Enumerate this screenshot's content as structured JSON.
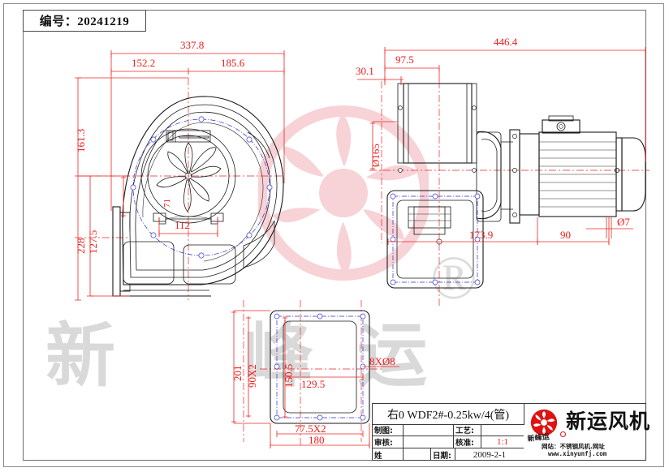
{
  "sheet": {
    "number_label": "编号：20241219"
  },
  "front_view": {
    "dims": {
      "total_width": "337.8",
      "left_width": "152.2",
      "right_width": "185.6",
      "top_height": "161.3",
      "mid_height": "127.5",
      "overall_height": "228",
      "impeller_offset": "71",
      "bolt_span": "112"
    }
  },
  "side_view": {
    "dims": {
      "overall_length": "446.4",
      "inlet_length": "97.5",
      "flange_thickness": "30.1",
      "inlet_diameter": "Ø165",
      "motor_center": "173.9",
      "motor_length": "90",
      "foot_hole": "Ø7"
    }
  },
  "base_view": {
    "dims": {
      "plate_height": "201",
      "hole_pitch_v": "90X2",
      "inner_height": "150.5",
      "inner_width": "129.5",
      "hole_callout": "8XØ8",
      "hole_pitch_h": "77.5X2",
      "plate_width": "180"
    }
  },
  "title_block": {
    "model": "右0 WDF2#-0.25kw/4(管)",
    "rows": [
      {
        "label_left": "制图:",
        "value_left": "",
        "label_right": "工艺:",
        "value_right": ""
      },
      {
        "label_left": "审核:",
        "value_left": "",
        "label_right": "核准:",
        "value_right": "1:1"
      },
      {
        "label_left": "姓",
        "value_left": "",
        "label_right": "日期:",
        "value_right": "2009-2-1"
      }
    ],
    "scale_value": "1:1",
    "date_value": "2009-2-1"
  },
  "logo": {
    "brand": "新运风机",
    "sub_brand": "新峰运",
    "website_label": "网站：不锈钢风机.网址",
    "website_url": "www.xinyunfj.com"
  },
  "watermarks": {
    "text_left": "新峰运",
    "registered_mark": "®"
  },
  "colors": {
    "dimension_red": "#ef1a1a",
    "outline_black": "#1a1a1a",
    "hole_blue": "#2b2bd8",
    "watermark_pink": "#f7d3d7",
    "watermark_gray": "#d9d9d9",
    "logo_red": "#e01010"
  }
}
